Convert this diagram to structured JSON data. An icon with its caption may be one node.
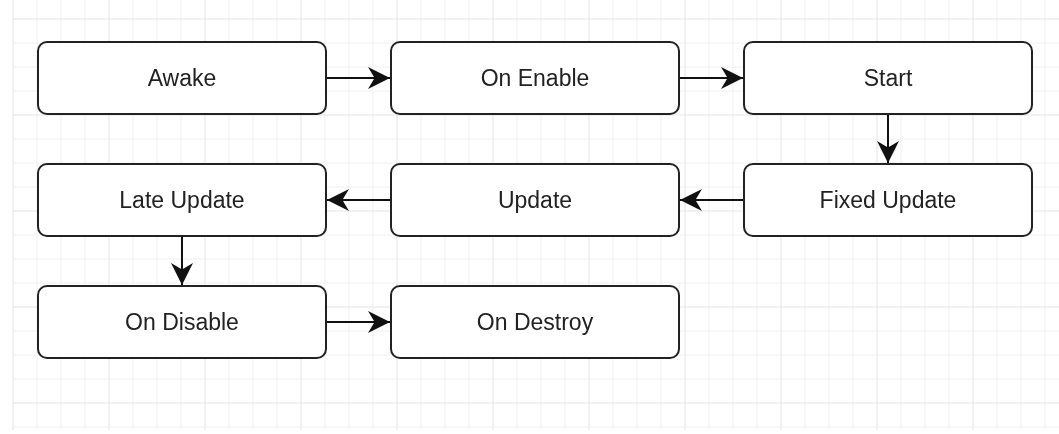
{
  "diagram": {
    "nodes": [
      {
        "text": [
          "Awake"
        ]
      },
      {
        "text": [
          "On Enable"
        ]
      },
      {
        "text": [
          "Start"
        ]
      },
      {
        "text": [
          "Late Update"
        ]
      },
      {
        "text": [
          "Update"
        ]
      },
      {
        "text": [
          "Fixed Update"
        ]
      },
      {
        "text": [
          "On Disable"
        ]
      },
      {
        "text": [
          "On Destroy"
        ]
      }
    ],
    "edges": [
      {
        "from": 0,
        "to": 1,
        "arrow": "to"
      },
      {
        "from": 1,
        "to": 2,
        "arrow": "to"
      },
      {
        "from": 2,
        "to": 5,
        "arrow": "to"
      },
      {
        "from": 5,
        "to": 4,
        "arrow": "to"
      },
      {
        "from": 4,
        "to": 3,
        "arrow": "to"
      },
      {
        "from": 3,
        "to": 6,
        "arrow": "to"
      },
      {
        "from": 6,
        "to": 7,
        "arrow": "to"
      }
    ]
  }
}
